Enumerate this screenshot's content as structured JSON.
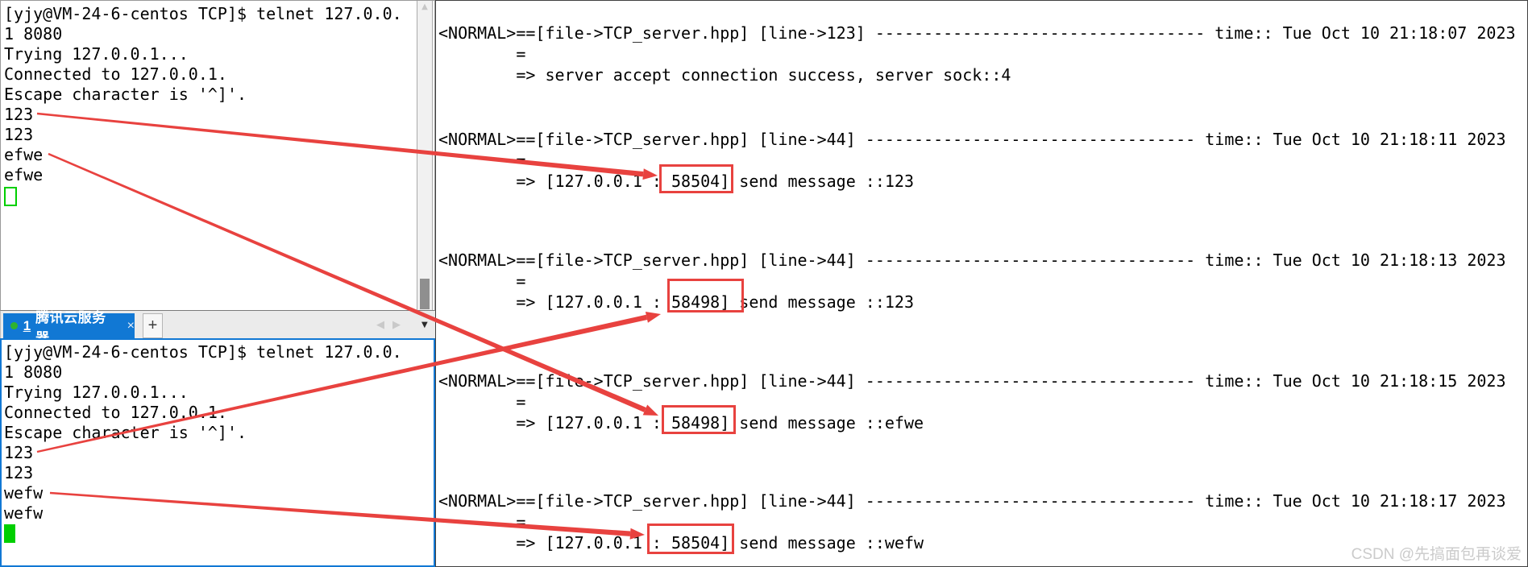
{
  "left": {
    "top_terminal": {
      "lines": [
        "[yjy@VM-24-6-centos TCP]$ telnet 127.0.0.",
        "1 8080",
        "Trying 127.0.0.1...",
        "Connected to 127.0.0.1.",
        "Escape character is '^]'.",
        "123",
        "123",
        "efwe",
        "efwe"
      ],
      "cursor_style": "hollow"
    },
    "bottom_terminal": {
      "lines": [
        "[yjy@VM-24-6-centos TCP]$ telnet 127.0.0.",
        "1 8080",
        "Trying 127.0.0.1...",
        "Connected to 127.0.0.1.",
        "Escape character is '^]'.",
        "123",
        "123",
        "wefw",
        "wefw"
      ],
      "cursor_style": "filled"
    },
    "tab_bar": {
      "active_tab": {
        "index_label": "1",
        "title": "腾讯云服务器",
        "close_glyph": "×",
        "status_dot_color": "#2fb32f"
      },
      "new_tab_glyph": "+",
      "nav_prev_glyph": "◀",
      "nav_next_glyph": "▶",
      "menu_glyph": "▼",
      "scroll_up_glyph": "▲"
    }
  },
  "server_log": {
    "blocks": [
      {
        "header": "<NORMAL>==[file->TCP_server.hpp] [line->123] ---------------------------------- time:: Tue Oct 10 21:18:07 2023",
        "continuation": "        =",
        "message": "        => server accept connection success, server sock::4"
      },
      {
        "header": "<NORMAL>==[file->TCP_server.hpp] [line->44] ---------------------------------- time:: Tue Oct 10 21:18:11 2023",
        "continuation": "        =",
        "message": "        => [127.0.0.1 : 58504] send message ::123"
      },
      {
        "header": "<NORMAL>==[file->TCP_server.hpp] [line->44] ---------------------------------- time:: Tue Oct 10 21:18:13 2023",
        "continuation": "        =",
        "message": "        => [127.0.0.1 : 58498] send message ::123"
      },
      {
        "header": "<NORMAL>==[file->TCP_server.hpp] [line->44] ---------------------------------- time:: Tue Oct 10 21:18:15 2023",
        "continuation": "        =",
        "message": "        => [127.0.0.1 : 58498] send message ::efwe"
      },
      {
        "header": "<NORMAL>==[file->TCP_server.hpp] [line->44] ---------------------------------- time:: Tue Oct 10 21:18:17 2023",
        "continuation": "        =",
        "message": "        => [127.0.0.1 : 58504] send message ::wefw"
      }
    ]
  },
  "highlighted_ports": [
    "58504",
    "58498",
    "58498",
    "58504"
  ],
  "watermark": "CSDN @先搞面包再谈爱",
  "colors": {
    "annotation_red": "#e8423f",
    "tab_active_blue": "#1178d4",
    "cursor_green": "#00cf00"
  }
}
